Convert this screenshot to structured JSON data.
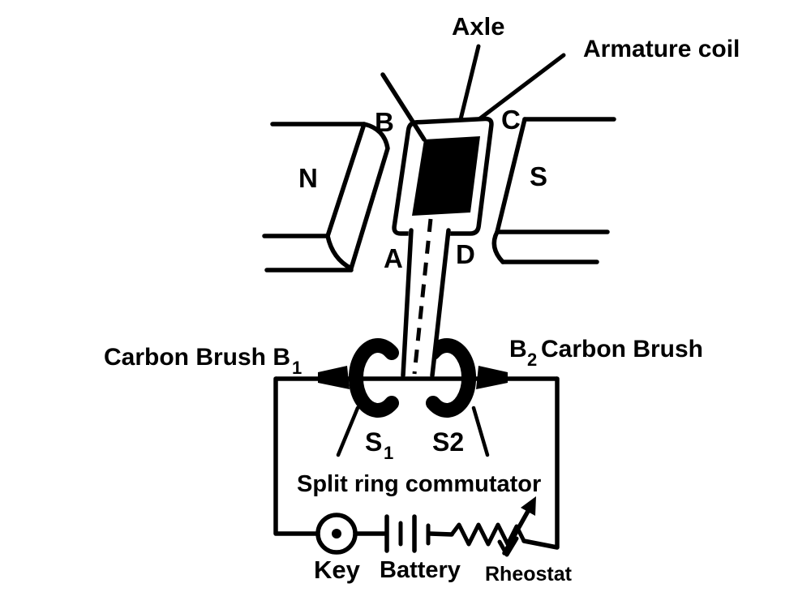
{
  "figure": {
    "kind": "electric-motor-diagram",
    "colors": {
      "line": "#000000",
      "background": "#ffffff",
      "coil_core_fill": "#000000",
      "brush_fill": "#000000"
    }
  },
  "labels": {
    "axle": "Axle",
    "armature_coil": "Armature coil",
    "corner_b": "B",
    "corner_c": "C",
    "corner_a": "A",
    "corner_d": "D",
    "pole_north": "N",
    "pole_south": "S",
    "carbon_brush_left_text": "Carbon Brush B",
    "carbon_brush_left_sub": "1",
    "carbon_brush_right_base": "B",
    "carbon_brush_right_sub": "2",
    "carbon_brush_right_text": "Carbon Brush",
    "split_segment_left_base": "S",
    "split_segment_left_sub": "1",
    "split_segment_right": "S2",
    "split_ring_commutator": "Split ring commutator",
    "key": "Key",
    "battery": "Battery",
    "rheostat": "Rheostat"
  }
}
